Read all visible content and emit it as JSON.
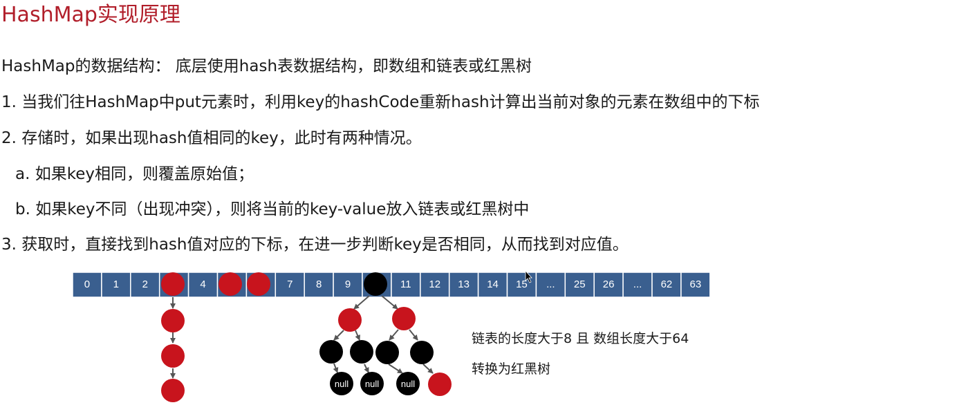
{
  "title": "HashMap实现原理",
  "lines": [
    "HashMap的数据结构： 底层使用hash表数据结构，即数组和链表或红黑树",
    "1. 当我们往HashMap中put元素时，利用key的hashCode重新hash计算出当前对象的元素在数组中的下标",
    "2. 存储时，如果出现hash值相同的key，此时有两种情况。",
    "a. 如果key相同，则覆盖原始值；",
    "b. 如果key不同（出现冲突），则将当前的key-value放入链表或红黑树中",
    "3. 获取时，直接找到hash值对应的下标，在进一步判断key是否相同，从而找到对应值。"
  ],
  "array_cells": [
    "0",
    "1",
    "2",
    "",
    "4",
    "",
    "",
    "7",
    "8",
    "9",
    "",
    "11",
    "12",
    "13",
    "14",
    "15",
    "...",
    "25",
    "26",
    "...",
    "62",
    "63"
  ],
  "null_label": "null",
  "note": {
    "line1": "链表的长度大于8 且 数组长度大于64",
    "line2": "转换为红黑树"
  },
  "colors": {
    "title": "#b11e2a",
    "array_cell": "#3a5f8f",
    "red_node": "#c8141d",
    "black_node": "#000000",
    "arrow": "#555555"
  }
}
